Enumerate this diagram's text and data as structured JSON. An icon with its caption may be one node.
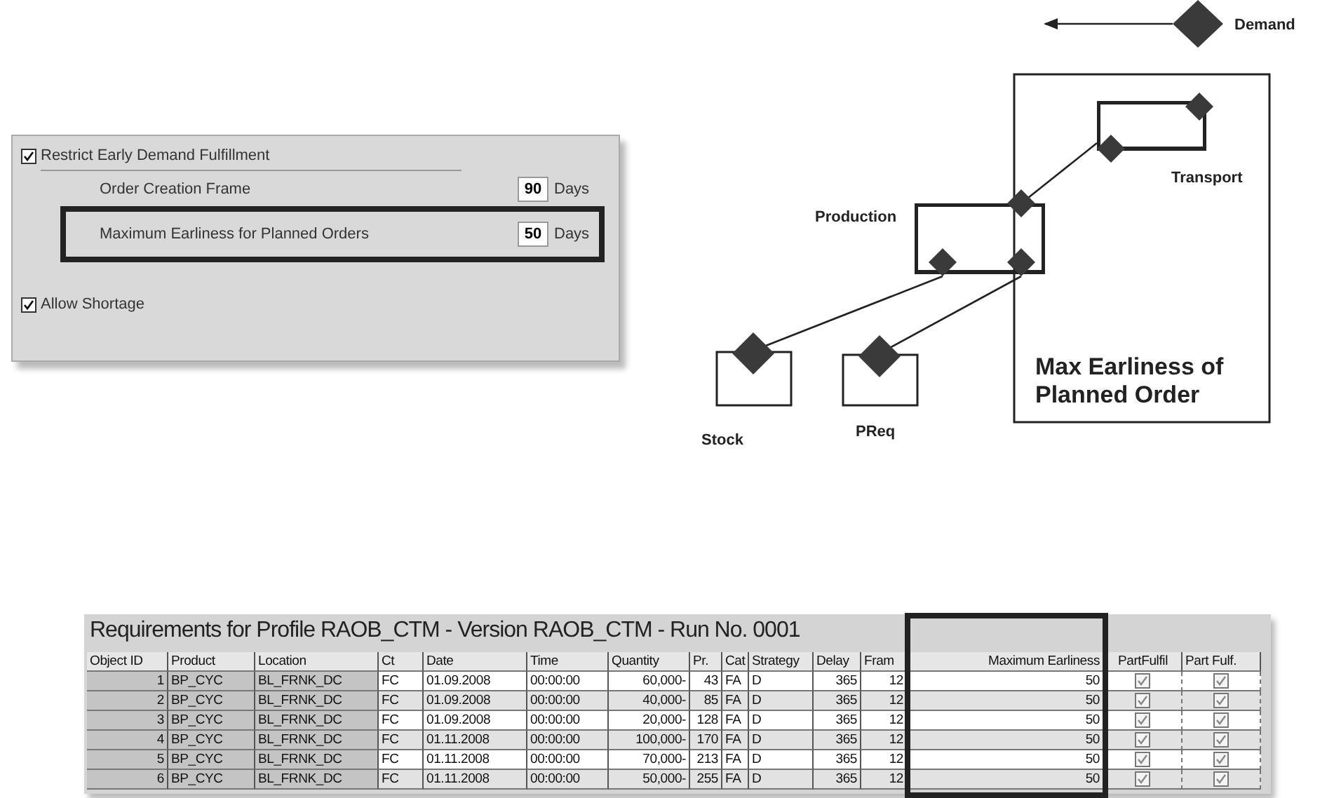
{
  "diagram": {
    "nodes": [
      {
        "text": [
          "Demand"
        ]
      },
      {
        "text": [
          "Max Earliness of Planned Order"
        ]
      },
      {
        "text": [
          "Transport"
        ],
        "in": 1
      },
      {
        "text": [
          "Production"
        ]
      },
      {
        "text": [
          "Stock"
        ]
      },
      {
        "text": [
          "PReq"
        ]
      }
    ],
    "edges": [
      {
        "from": 0,
        "to": null,
        "arrow": "to"
      },
      {
        "from": 2,
        "to": 3,
        "arrow": "none"
      },
      {
        "from": 3,
        "to": 4,
        "arrow": "none"
      },
      {
        "from": 3,
        "to": 5,
        "arrow": "none"
      }
    ],
    "labels": [
      "Restrict Early Demand Fulfillment",
      "Order Creation Frame",
      "90",
      "Days",
      "Maximum Earliness for Planned Orders",
      "50",
      "Days",
      "Allow Shortage",
      "Requirements for Profile RAOB_CTM - Version RAOB_CTM - Run No. 0001",
      "Object ID",
      "Product",
      "Location",
      "Ct",
      "Date",
      "Time",
      "Quantity",
      "Pr.",
      "Cat",
      "Strategy",
      "Delay",
      "Fram",
      "Maximum Earliness",
      "PartFulfil",
      "Part Fulf.",
      "1",
      "BP_CYC",
      "BL_FRNK_DC",
      "FC",
      "01.09.2008",
      "00:00:00",
      "60,000-",
      "43",
      "FA",
      "D",
      "365",
      "12",
      "50",
      "2",
      "BP_CYC",
      "BL_FRNK_DC",
      "FC",
      "01.09.2008",
      "00:00:00",
      "40,000-",
      "85",
      "FA",
      "D",
      "365",
      "12",
      "50",
      "3",
      "BP_CYC",
      "BL_FRNK_DC",
      "FC",
      "01.09.2008",
      "00:00:00",
      "20,000-",
      "128",
      "FA",
      "D",
      "365",
      "12",
      "50",
      "4",
      "BP_CYC",
      "BL_FRNK_DC",
      "FC",
      "01.11.2008",
      "00:00:00",
      "100,000-",
      "170",
      "FA",
      "D",
      "365",
      "12",
      "50",
      "5",
      "BP_CYC",
      "BL_FRNK_DC",
      "FC",
      "01.11.2008",
      "00:00:00",
      "70,000-",
      "213",
      "FA",
      "D",
      "365",
      "12",
      "50",
      "6",
      "BP_CYC",
      "BL_FRNK_DC",
      "FC",
      "01.11.2008",
      "00:00:00",
      "50,000-",
      "255",
      "FA",
      "D",
      "365",
      "12",
      "50"
    ]
  }
}
